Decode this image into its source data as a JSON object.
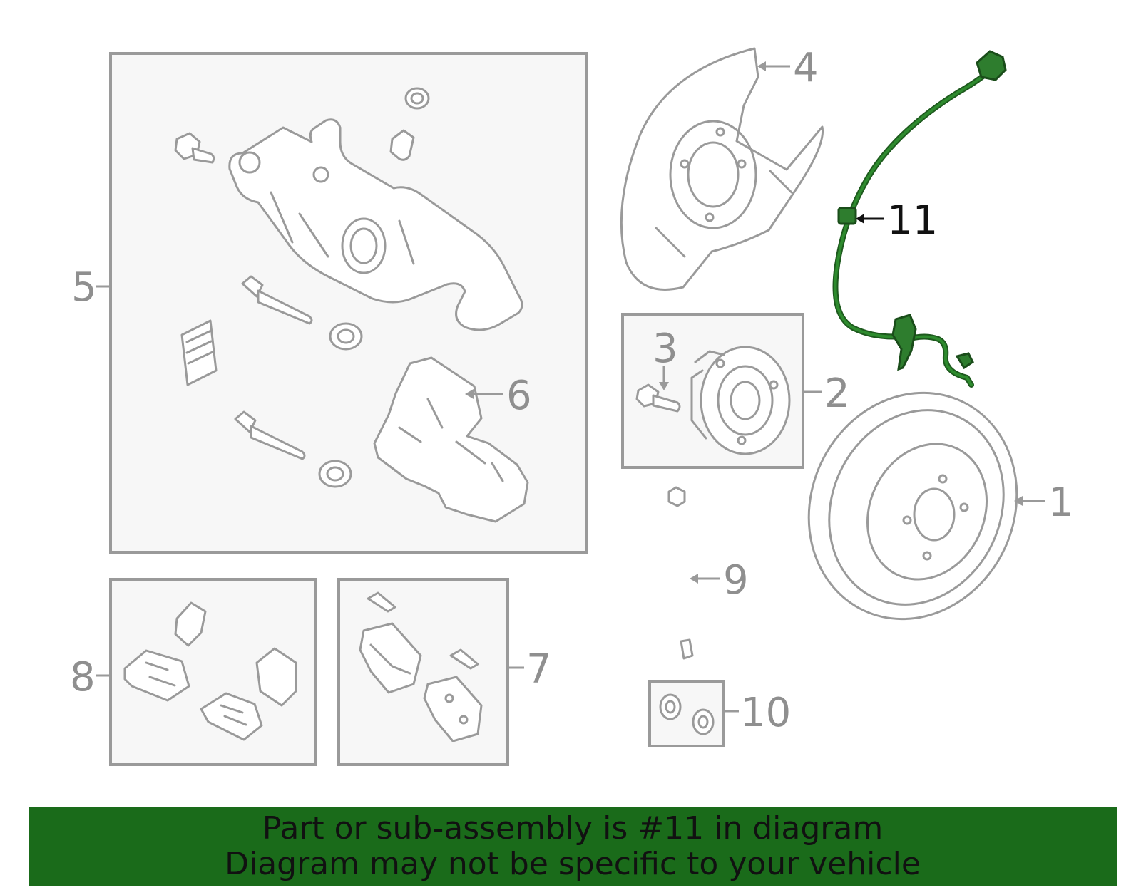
{
  "callouts": {
    "c1": "1",
    "c2": "2",
    "c3": "3",
    "c4": "4",
    "c5": "5",
    "c6": "6",
    "c7": "7",
    "c8": "8",
    "c9": "9",
    "c10": "10",
    "c11": "11"
  },
  "highlight_color": "#1a6b1a",
  "banner": {
    "line1": "Part or sub-assembly is #11 in diagram",
    "line2": "Diagram may not be specific to your vehicle"
  }
}
